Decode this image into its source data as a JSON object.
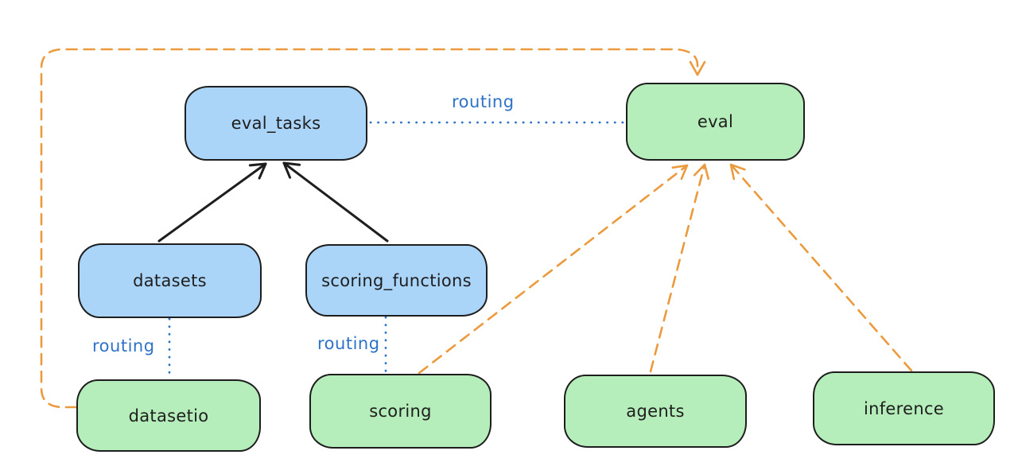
{
  "diagram": {
    "nodes": {
      "eval_tasks": {
        "label": "eval_tasks"
      },
      "eval": {
        "label": "eval"
      },
      "datasets": {
        "label": "datasets"
      },
      "scoring_functions": {
        "label": "scoring_functions"
      },
      "datasetio": {
        "label": "datasetio"
      },
      "scoring": {
        "label": "scoring"
      },
      "agents": {
        "label": "agents"
      },
      "inference": {
        "label": "inference"
      }
    },
    "edge_labels": {
      "eval_tasks_to_eval": "routing",
      "datasets_to_datasetio": "routing",
      "scoring_functions_to_scoring": "routing"
    },
    "colors": {
      "api_box_fill": "#abd5f8",
      "provider_box_fill": "#b6eebb",
      "box_stroke": "#1e1e1e",
      "routing_blue": "#2e72c8",
      "dependency_orange": "#eb9a3d",
      "background": "#ffffff"
    }
  }
}
